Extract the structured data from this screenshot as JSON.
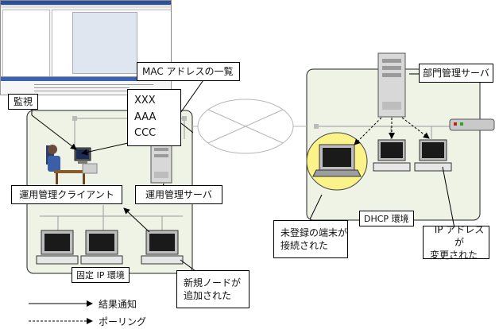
{
  "callouts": {
    "mac_list_title": "MAC アドレスの一覧",
    "mac_entries": [
      "XXX",
      "AAA",
      "CCC"
    ],
    "monitor": "監視",
    "dept_server": "部門管理サーバ",
    "ops_client": "運用管理クライアント",
    "ops_server": "運用管理サーバ",
    "unregistered_line1": "未登録の端末が",
    "unregistered_line2": "接続された",
    "ip_changed_line1": "IP アドレスが",
    "ip_changed_line2": "変更された",
    "new_node_line1": "新規ノードが",
    "new_node_line2": "追加された"
  },
  "zones": {
    "fixed_ip": "固定 IP 環境",
    "dhcp": "DHCP 環境"
  },
  "legend": {
    "solid_label": "結果通知",
    "dashed_label": "ポーリング"
  },
  "colors": {
    "zone_fill": "#eef3e6",
    "highlight": "#fbf28a",
    "server_body": "#d8d8d8",
    "screen": "#1a1a1a"
  }
}
